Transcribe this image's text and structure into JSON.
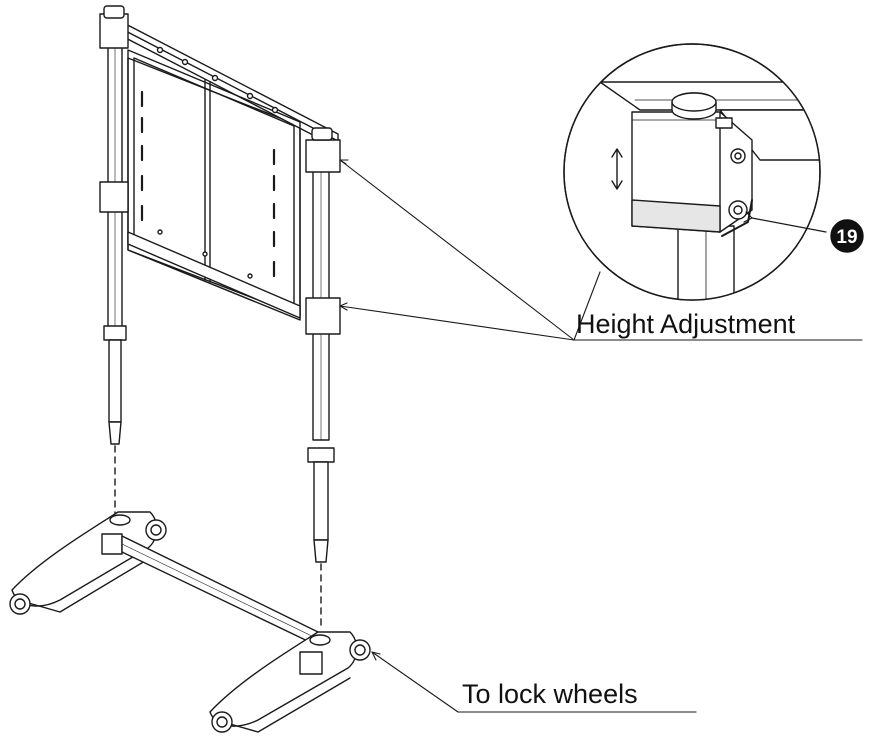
{
  "labels": {
    "height_adjustment": "Height Adjustment",
    "lock_wheels": "To lock wheels",
    "part_number": "19"
  },
  "colors": {
    "line": "#1a1a1a",
    "fill": "#ffffff",
    "shade": "#d9d9d9",
    "callout": "#111111"
  }
}
